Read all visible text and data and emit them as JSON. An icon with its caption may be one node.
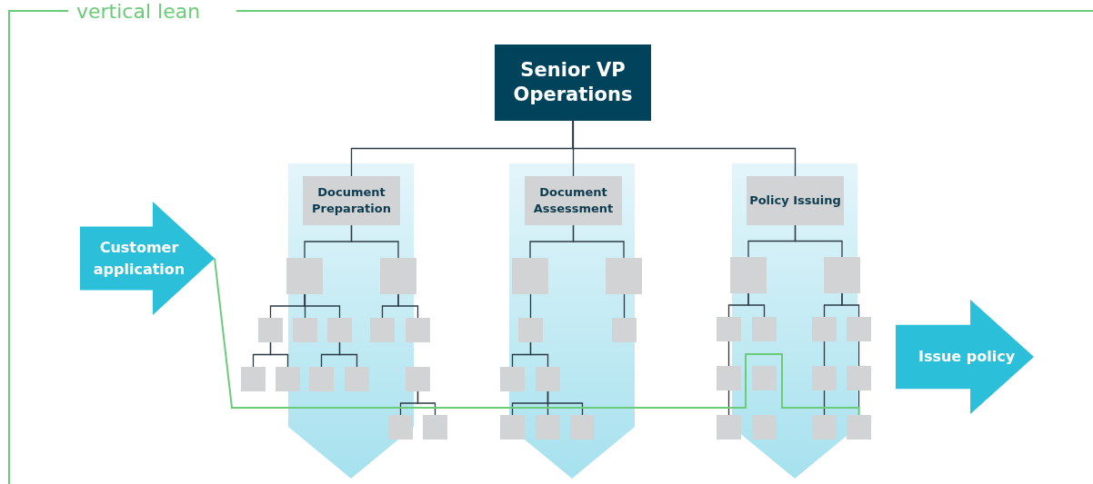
{
  "diagram": {
    "title": "vertical lean",
    "nodes": [
      {
        "text": [
          "Senior VP Operations"
        ]
      },
      {
        "text": [
          "Customer application"
        ]
      },
      {
        "text": [
          "Document Preparation"
        ]
      },
      {
        "text": [
          "Document Assessment"
        ]
      },
      {
        "text": [
          "Policy Issuing"
        ]
      },
      {
        "text": [
          "Issue policy"
        ]
      },
      {
        "text": [],
        "shape": "box"
      },
      {
        "text": [],
        "shape": "box"
      },
      {
        "text": [],
        "shape": "box"
      },
      {
        "text": [],
        "shape": "box"
      },
      {
        "text": [],
        "shape": "box"
      },
      {
        "text": [],
        "shape": "box"
      },
      {
        "text": [],
        "shape": "box"
      },
      {
        "text": [],
        "shape": "box"
      },
      {
        "text": [],
        "shape": "box"
      },
      {
        "text": [],
        "shape": "box"
      },
      {
        "text": [],
        "shape": "box"
      },
      {
        "text": [],
        "shape": "box"
      },
      {
        "text": [],
        "shape": "box"
      },
      {
        "text": [],
        "shape": "box"
      },
      {
        "text": [],
        "shape": "box"
      },
      {
        "text": [],
        "shape": "box"
      },
      {
        "text": [],
        "shape": "box"
      },
      {
        "text": [],
        "shape": "box"
      },
      {
        "text": [],
        "shape": "box"
      },
      {
        "text": [],
        "shape": "box"
      },
      {
        "text": [],
        "shape": "box"
      },
      {
        "text": [],
        "shape": "box"
      },
      {
        "text": [],
        "shape": "box"
      },
      {
        "text": [],
        "shape": "box"
      },
      {
        "text": [],
        "shape": "box"
      },
      {
        "text": [],
        "shape": "box"
      },
      {
        "text": [],
        "shape": "box"
      },
      {
        "text": [],
        "shape": "box"
      },
      {
        "text": [],
        "shape": "box"
      },
      {
        "text": [],
        "shape": "box"
      },
      {
        "text": [],
        "shape": "box"
      },
      {
        "text": [],
        "shape": "box"
      },
      {
        "text": [],
        "shape": "box"
      },
      {
        "text": [],
        "shape": "box"
      },
      {
        "text": [],
        "shape": "box"
      },
      {
        "text": [],
        "shape": "box"
      },
      {
        "text": [],
        "shape": "box"
      }
    ],
    "edges": [
      {
        "from": 0,
        "to": 2,
        "arrow": "none"
      },
      {
        "from": 0,
        "to": 3,
        "arrow": "none"
      },
      {
        "from": 0,
        "to": 4,
        "arrow": "none"
      },
      {
        "from": 2,
        "to": 6,
        "arrow": "none"
      },
      {
        "from": 2,
        "to": 7,
        "arrow": "none"
      },
      {
        "from": 6,
        "to": 8,
        "arrow": "none"
      },
      {
        "from": 6,
        "to": 9,
        "arrow": "none"
      },
      {
        "from": 6,
        "to": 10,
        "arrow": "none"
      },
      {
        "from": 7,
        "to": 11,
        "arrow": "none"
      },
      {
        "from": 7,
        "to": 12,
        "arrow": "none"
      },
      {
        "from": 8,
        "to": 13,
        "arrow": "none"
      },
      {
        "from": 8,
        "to": 14,
        "arrow": "none"
      },
      {
        "from": 10,
        "to": 15,
        "arrow": "none"
      },
      {
        "from": 10,
        "to": 16,
        "arrow": "none"
      },
      {
        "from": 17,
        "to": 18,
        "arrow": "none"
      },
      {
        "from": 17,
        "to": 19,
        "arrow": "none"
      },
      {
        "from": 3,
        "to": 20,
        "arrow": "none"
      },
      {
        "from": 3,
        "to": 21,
        "arrow": "none"
      },
      {
        "from": 20,
        "to": 22,
        "arrow": "none"
      },
      {
        "from": 21,
        "to": 23,
        "arrow": "none"
      },
      {
        "from": 22,
        "to": 24,
        "arrow": "none"
      },
      {
        "from": 22,
        "to": 25,
        "arrow": "none"
      },
      {
        "from": 25,
        "to": 26,
        "arrow": "none"
      },
      {
        "from": 25,
        "to": 27,
        "arrow": "none"
      },
      {
        "from": 25,
        "to": 28,
        "arrow": "none"
      },
      {
        "from": 4,
        "to": 29,
        "arrow": "none"
      },
      {
        "from": 4,
        "to": 30,
        "arrow": "none"
      },
      {
        "from": 29,
        "to": 31,
        "arrow": "none"
      },
      {
        "from": 29,
        "to": 32,
        "arrow": "none"
      },
      {
        "from": 30,
        "to": 33,
        "arrow": "none"
      },
      {
        "from": 30,
        "to": 34,
        "arrow": "none"
      },
      {
        "from": 31,
        "to": 35,
        "arrow": "none"
      },
      {
        "from": 35,
        "to": 39,
        "arrow": "none"
      },
      {
        "from": 33,
        "to": 37,
        "arrow": "none"
      },
      {
        "from": 37,
        "to": 41,
        "arrow": "none"
      },
      {
        "from": 34,
        "to": 38,
        "arrow": "none"
      },
      {
        "from": 38,
        "to": 42,
        "arrow": "none"
      },
      {
        "from": 1,
        "to": 42,
        "arrow": "none",
        "color": "#6acb78"
      }
    ]
  }
}
